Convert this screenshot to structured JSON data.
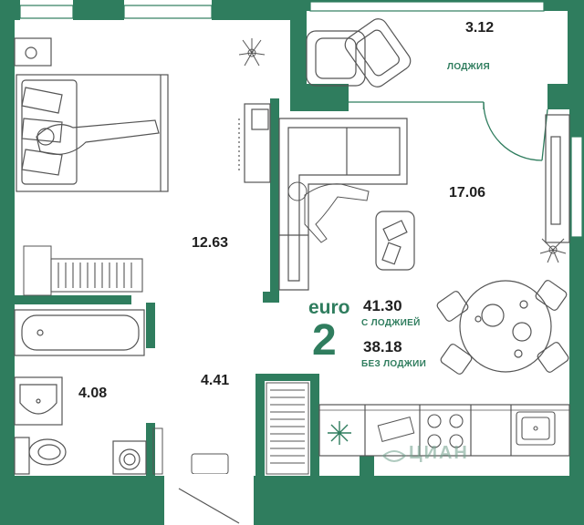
{
  "colors": {
    "wall": "#2f7d5e",
    "line": "#555555",
    "accent": "#2f7d5e",
    "text": "#1f1f1f"
  },
  "rooms": {
    "loggia": {
      "area": "3.12",
      "label": "ЛОДЖИЯ"
    },
    "living_kitchen": {
      "area": "17.06"
    },
    "bedroom": {
      "area": "12.63"
    },
    "bathroom": {
      "area": "4.08"
    },
    "hall": {
      "area": "4.41"
    }
  },
  "summary": {
    "type_word": "euro",
    "rooms_count": "2",
    "total_with_loggia": "41.30",
    "with_loggia_label": "С ЛОДЖИЕЙ",
    "total_without_loggia": "38.18",
    "without_loggia_label": "БЕЗ ЛОДЖИИ"
  },
  "watermark": {
    "text": "ЦИАН",
    "icon": "cian-logo-icon"
  },
  "icons": [
    "plant-icon",
    "snowflake-icon",
    "stove-icon",
    "sink-icon",
    "washing-machine-icon",
    "toilet-icon",
    "bathtub-icon",
    "bed-icon",
    "sofa-icon",
    "dining-table-icon",
    "armchair-icon",
    "radiator-icon"
  ]
}
